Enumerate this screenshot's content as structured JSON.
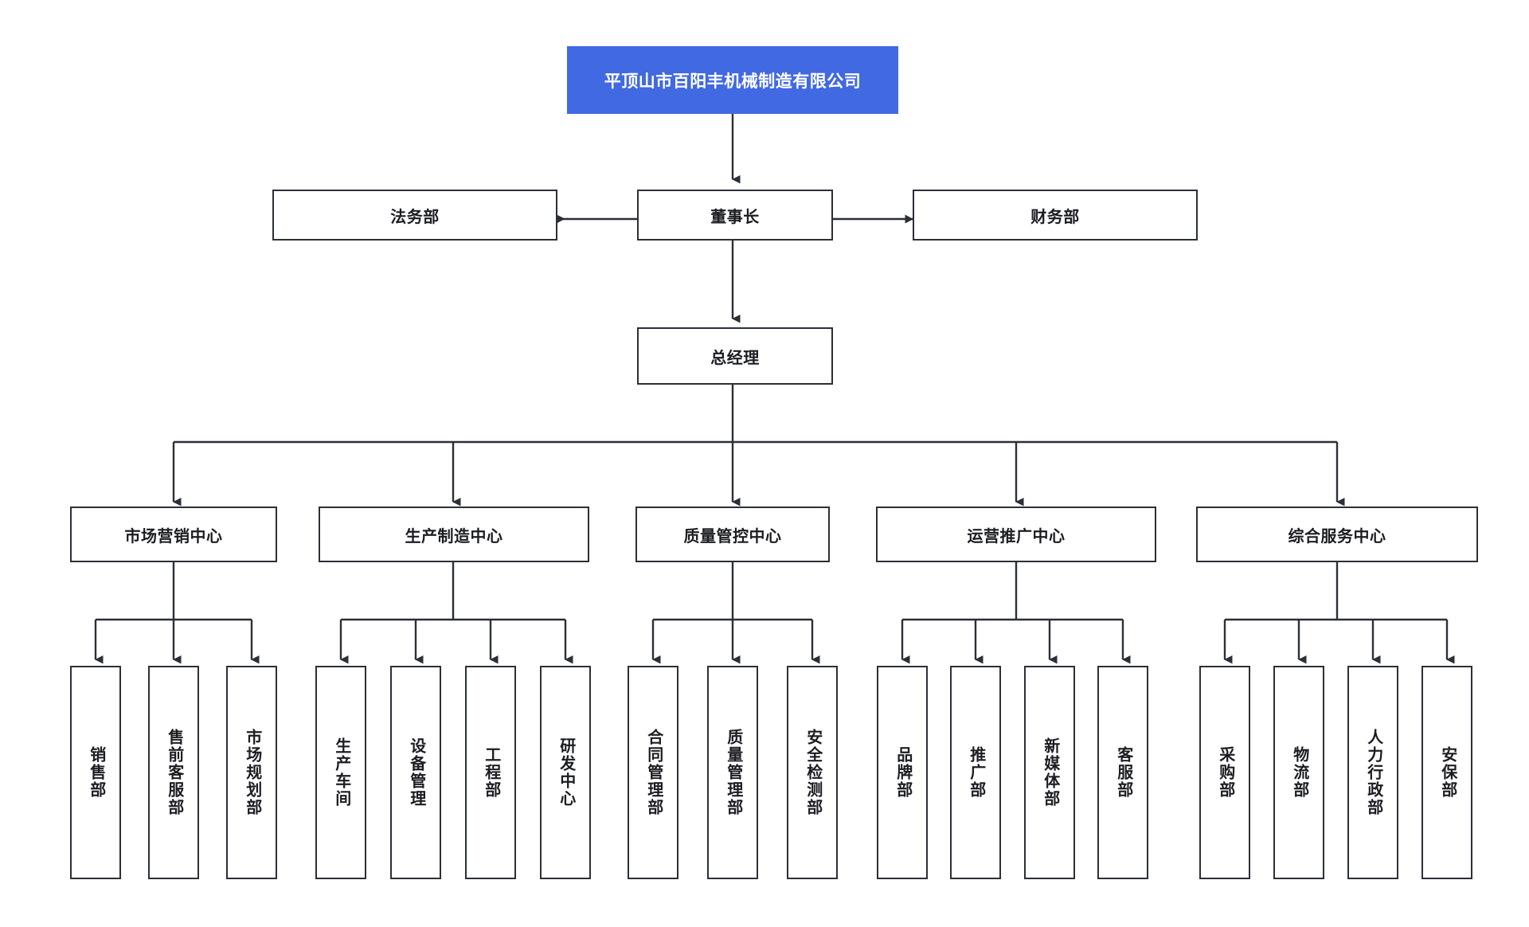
{
  "chart_data": {
    "type": "diagram",
    "title": "平顶山市百阳丰机械制造有限公司 组织架构图",
    "diagram_kind": "org-chart",
    "orientation": "top-down",
    "colors": {
      "root_fill": "#4169e1",
      "root_text": "#ffffff",
      "node_fill": "#ffffff",
      "node_border": "#2b2f38",
      "node_text": "#1b1d22",
      "connector": "#2b2f38",
      "background": "#ffffff"
    },
    "levels": [
      {
        "level": 0,
        "nodes": [
          "平顶山市百阳丰机械制造有限公司"
        ]
      },
      {
        "level": 1,
        "nodes": [
          "法务部",
          "董事长",
          "财务部"
        ]
      },
      {
        "level": 2,
        "nodes": [
          "总经理"
        ]
      },
      {
        "level": 3,
        "nodes": [
          "市场营销中心",
          "生产制造中心",
          "质量管控中心",
          "运营推广中心",
          "综合服务中心"
        ]
      },
      {
        "level": 4,
        "nodes": [
          "销售部",
          "售前客服部",
          "市场规划部",
          "生产车间",
          "设备管理",
          "工程部",
          "研发中心",
          "合同管理部",
          "质量管理部",
          "安全检测部",
          "品牌部",
          "推广部",
          "新媒体部",
          "客服部",
          "采购部",
          "物流部",
          "人力行政部",
          "安保部"
        ]
      }
    ],
    "edges": [
      {
        "from": "平顶山市百阳丰机械制造有限公司",
        "to": "董事长",
        "arrow": "down"
      },
      {
        "from": "董事长",
        "to": "法务部",
        "arrow": "left"
      },
      {
        "from": "董事长",
        "to": "财务部",
        "arrow": "right"
      },
      {
        "from": "董事长",
        "to": "总经理",
        "arrow": "down"
      },
      {
        "from": "总经理",
        "to": "市场营销中心",
        "arrow": "down"
      },
      {
        "from": "总经理",
        "to": "生产制造中心",
        "arrow": "down"
      },
      {
        "from": "总经理",
        "to": "质量管控中心",
        "arrow": "down"
      },
      {
        "from": "总经理",
        "to": "运营推广中心",
        "arrow": "down"
      },
      {
        "from": "总经理",
        "to": "综合服务中心",
        "arrow": "down"
      },
      {
        "from": "市场营销中心",
        "to": "销售部",
        "arrow": "down"
      },
      {
        "from": "市场营销中心",
        "to": "售前客服部",
        "arrow": "down"
      },
      {
        "from": "市场营销中心",
        "to": "市场规划部",
        "arrow": "down"
      },
      {
        "from": "生产制造中心",
        "to": "生产车间",
        "arrow": "down"
      },
      {
        "from": "生产制造中心",
        "to": "设备管理",
        "arrow": "down"
      },
      {
        "from": "生产制造中心",
        "to": "工程部",
        "arrow": "down"
      },
      {
        "from": "生产制造中心",
        "to": "研发中心",
        "arrow": "down"
      },
      {
        "from": "质量管控中心",
        "to": "合同管理部",
        "arrow": "down"
      },
      {
        "from": "质量管控中心",
        "to": "质量管理部",
        "arrow": "down"
      },
      {
        "from": "质量管控中心",
        "to": "安全检测部",
        "arrow": "down"
      },
      {
        "from": "运营推广中心",
        "to": "品牌部",
        "arrow": "down"
      },
      {
        "from": "运营推广中心",
        "to": "推广部",
        "arrow": "down"
      },
      {
        "from": "运营推广中心",
        "to": "新媒体部",
        "arrow": "down"
      },
      {
        "from": "运营推广中心",
        "to": "客服部",
        "arrow": "down"
      },
      {
        "from": "综合服务中心",
        "to": "采购部",
        "arrow": "down"
      },
      {
        "from": "综合服务中心",
        "to": "物流部",
        "arrow": "down"
      },
      {
        "from": "综合服务中心",
        "to": "人力行政部",
        "arrow": "down"
      },
      {
        "from": "综合服务中心",
        "to": "安保部",
        "arrow": "down"
      }
    ]
  },
  "root": {
    "label": "平顶山市百阳丰机械制造有限公司"
  },
  "executive": {
    "chairman": "董事长",
    "legal": "法务部",
    "finance": "财务部",
    "general_manager": "总经理"
  },
  "centers": [
    {
      "label": "市场营销中心",
      "children": [
        {
          "label": "销售部"
        },
        {
          "label": "售前客服部"
        },
        {
          "label": "市场规划部"
        }
      ]
    },
    {
      "label": "生产制造中心",
      "children": [
        {
          "label": "生产车间"
        },
        {
          "label": "设备管理"
        },
        {
          "label": "工程部"
        },
        {
          "label": "研发中心"
        }
      ]
    },
    {
      "label": "质量管控中心",
      "children": [
        {
          "label": "合同管理部"
        },
        {
          "label": "质量管理部"
        },
        {
          "label": "安全检测部"
        }
      ]
    },
    {
      "label": "运营推广中心",
      "children": [
        {
          "label": "品牌部"
        },
        {
          "label": "推广部"
        },
        {
          "label": "新媒体部"
        },
        {
          "label": "客服部"
        }
      ]
    },
    {
      "label": "综合服务中心",
      "children": [
        {
          "label": "采购部"
        },
        {
          "label": "物流部"
        },
        {
          "label": "人力行政部"
        },
        {
          "label": "安保部"
        }
      ]
    }
  ]
}
